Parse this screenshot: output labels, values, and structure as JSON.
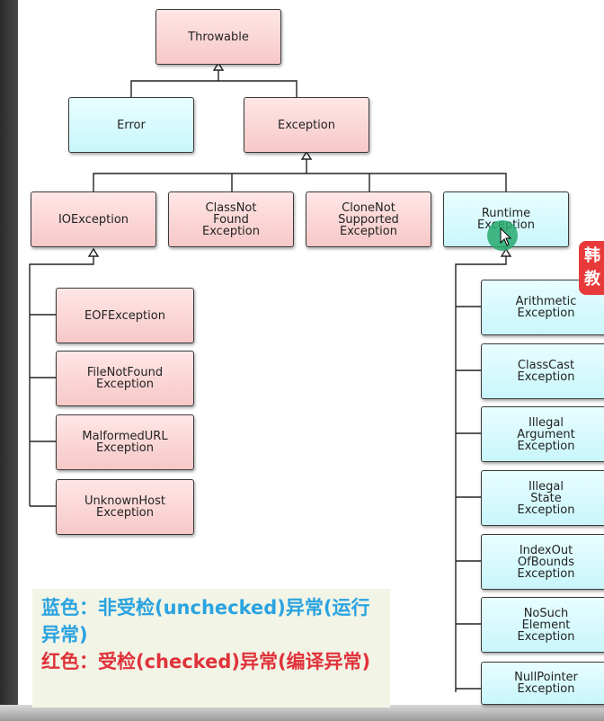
{
  "nodes": {
    "throwable": "Throwable",
    "error": "Error",
    "exception": "Exception",
    "ioexception": "IOException",
    "classnotfound": "ClassNot\nFound\nException",
    "clonenotsupported": "CloneNot\nSupported\nException",
    "runtime": "Runtime\nException",
    "eof": "EOFException",
    "filenotfound": "FileNotFound\nException",
    "malformedurl": "MalformedURL\nException",
    "unknownhost": "UnknownHost\nException",
    "arithmetic": "Arithmetic\nException",
    "classcast": "ClassCast\nException",
    "illegalargument": "Illegal\nArgument\nException",
    "illegalstate": "Illegal\nState\nException",
    "indexoutofbounds": "IndexOut\nOfBounds\nException",
    "nosuchelement": "NoSuch\nElement\nException",
    "nullpointer": "NullPointer\nException"
  },
  "legend": {
    "blue": "蓝色：非受检(unchecked)异常(运行异常)",
    "red": "红色：受检(checked)异常(编译异常)"
  },
  "badge": "韩\n教",
  "colors": {
    "checked_fill": "#f7c8c8",
    "unchecked_fill": "#c9f6fb",
    "legend_blue": "#2aa3e0",
    "legend_red": "#e0323a",
    "badge": "#e83a3a"
  }
}
